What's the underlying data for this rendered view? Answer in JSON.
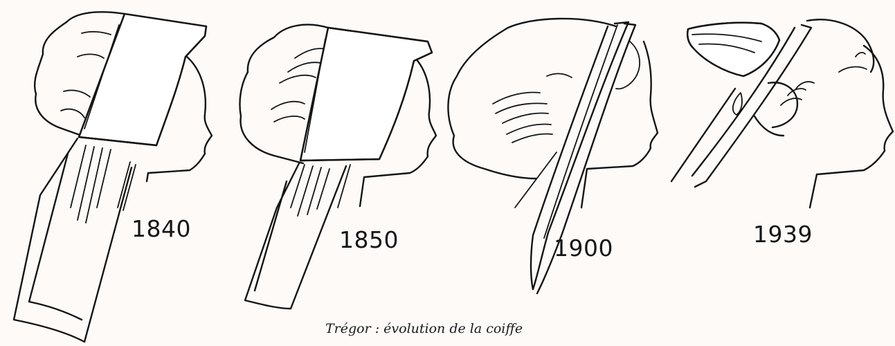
{
  "caption": "Trégor : évolution de la coiffe",
  "figures": [
    {
      "year": "1840"
    },
    {
      "year": "1850"
    },
    {
      "year": "1900"
    },
    {
      "year": "1939"
    }
  ]
}
